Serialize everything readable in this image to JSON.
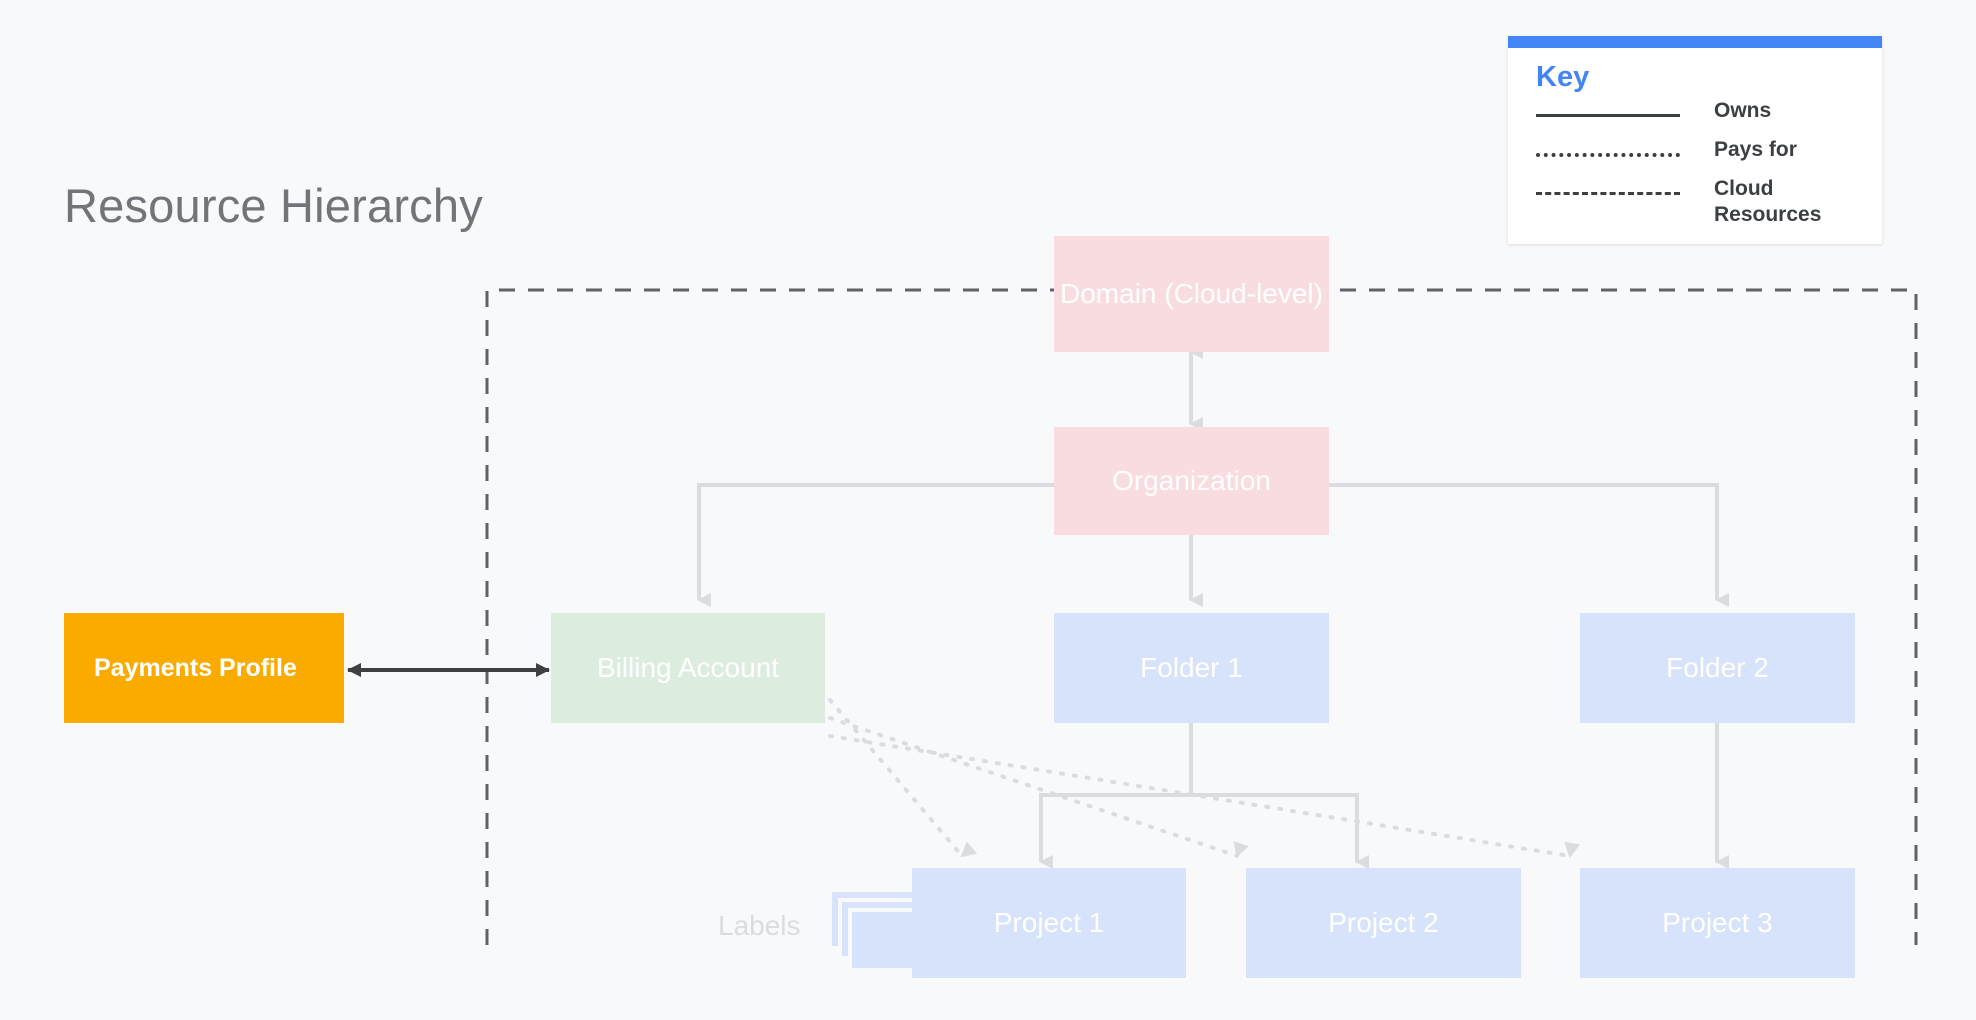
{
  "page": {
    "title": "Resource Hierarchy",
    "background": "#F7F9FA"
  },
  "legend": {
    "title": "Key",
    "accent_color": "#4285F4",
    "items": [
      {
        "style": "solid",
        "label": "Owns"
      },
      {
        "style": "dotted",
        "label": "Pays for"
      },
      {
        "style": "dashed",
        "label": "Cloud Resources"
      }
    ]
  },
  "diagram": {
    "type": "hierarchy",
    "boundary": {
      "name": "cloud-resources-boundary",
      "style": "dashed",
      "color": "#5F6368"
    },
    "colors": {
      "pink": "#F9DCDF",
      "blue": "#D7E3FA",
      "green": "#DCEDDF",
      "amber": "#F9AB00",
      "connector": "#DADCE0",
      "arrow_dark": "#3C4043"
    },
    "nodes": [
      {
        "id": "domain",
        "label": "Domain (Cloud-level)",
        "color": "pink"
      },
      {
        "id": "organization",
        "label": "Organization",
        "color": "pink"
      },
      {
        "id": "billing-account",
        "label": "Billing Account",
        "color": "green"
      },
      {
        "id": "folder-1",
        "label": "Folder 1",
        "color": "blue"
      },
      {
        "id": "folder-2",
        "label": "Folder 2",
        "color": "blue"
      },
      {
        "id": "project-1",
        "label": "Project 1",
        "color": "blue"
      },
      {
        "id": "project-2",
        "label": "Project 2",
        "color": "blue"
      },
      {
        "id": "project-3",
        "label": "Project 3",
        "color": "blue"
      },
      {
        "id": "payments-profile",
        "label": "Payments Profile",
        "color": "amber"
      }
    ],
    "labels_group": {
      "label": "Labels",
      "card_count": 3
    },
    "edges": [
      {
        "from": "domain",
        "to": "organization",
        "style": "solid",
        "direction": "both"
      },
      {
        "from": "organization",
        "to": "billing-account",
        "style": "solid",
        "direction": "down"
      },
      {
        "from": "organization",
        "to": "folder-1",
        "style": "solid",
        "direction": "down"
      },
      {
        "from": "organization",
        "to": "folder-2",
        "style": "solid",
        "direction": "down"
      },
      {
        "from": "folder-1",
        "to": "project-1",
        "style": "solid",
        "direction": "down"
      },
      {
        "from": "folder-1",
        "to": "project-2",
        "style": "solid",
        "direction": "down"
      },
      {
        "from": "folder-2",
        "to": "project-3",
        "style": "solid",
        "direction": "down"
      },
      {
        "from": "billing-account",
        "to": "project-1",
        "style": "dotted",
        "direction": "down"
      },
      {
        "from": "billing-account",
        "to": "project-2",
        "style": "dotted",
        "direction": "down"
      },
      {
        "from": "billing-account",
        "to": "project-3",
        "style": "dotted",
        "direction": "down"
      },
      {
        "from": "payments-profile",
        "to": "billing-account",
        "style": "solid",
        "direction": "both"
      }
    ]
  }
}
